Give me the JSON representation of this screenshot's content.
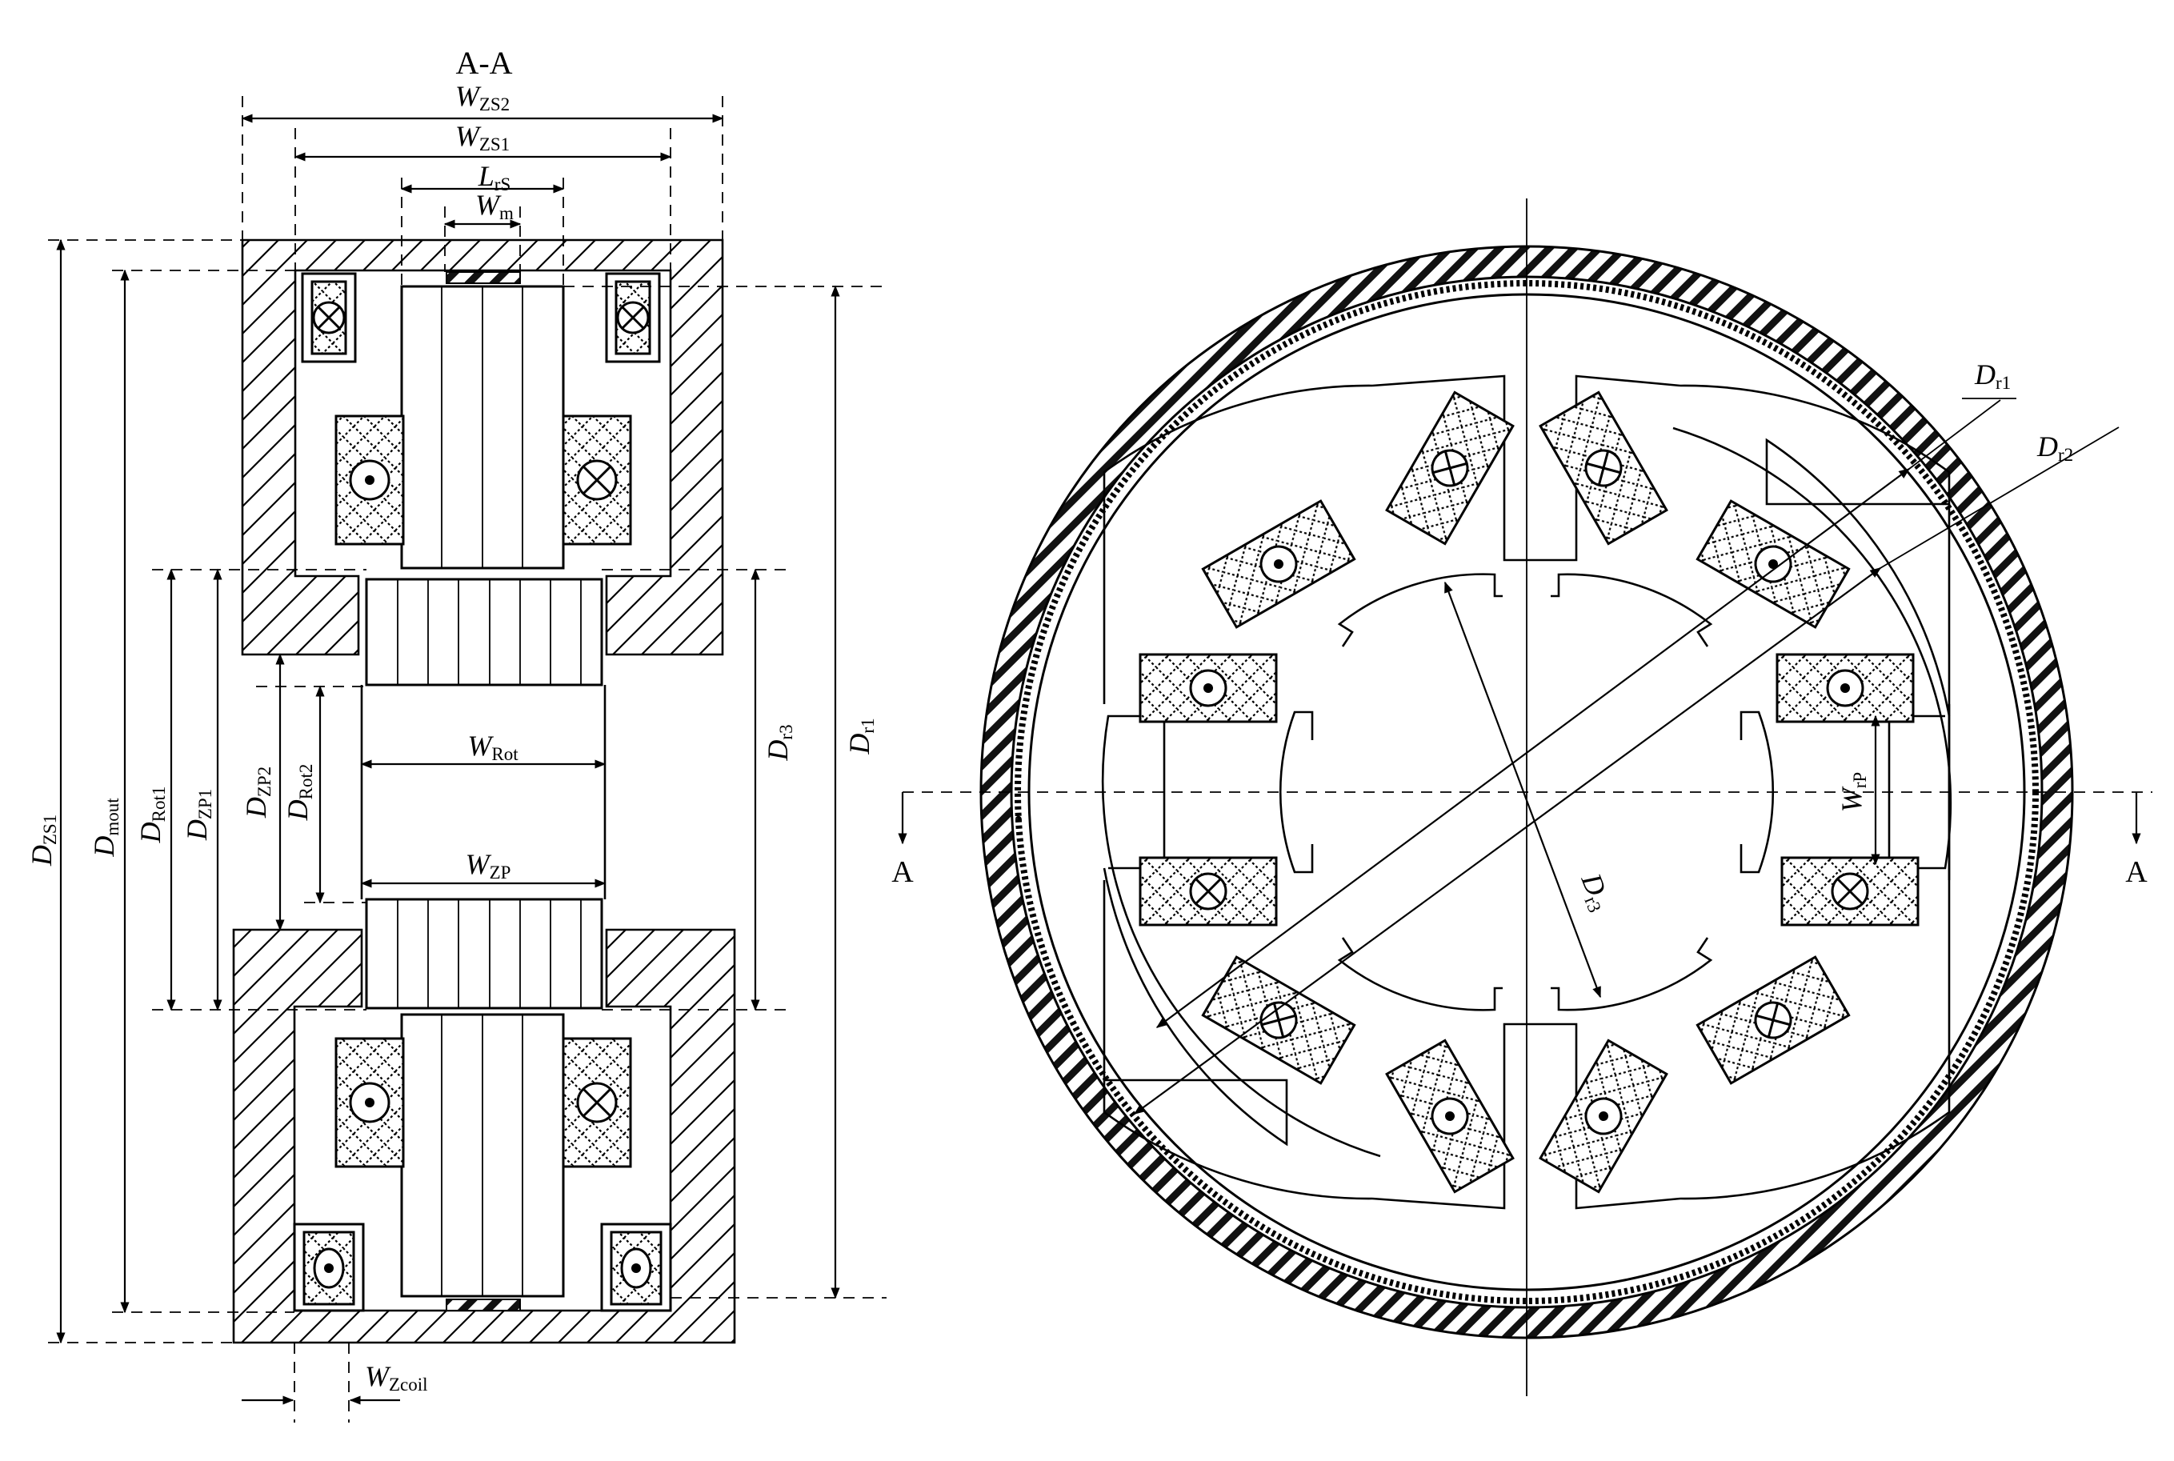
{
  "section_view": {
    "title": "A-A",
    "dimensions": {
      "wzs2": {
        "main": "W",
        "sub": "ZS2"
      },
      "wzs1": {
        "main": "W",
        "sub": "ZS1"
      },
      "lrs": {
        "main": "L",
        "sub": "rS"
      },
      "wm": {
        "main": "W",
        "sub": "m"
      },
      "wrot": {
        "main": "W",
        "sub": "Rot"
      },
      "wzp": {
        "main": "W",
        "sub": "ZP"
      },
      "wzcoil": {
        "main": "W",
        "sub": "Zcoil"
      },
      "dzs1": {
        "main": "D",
        "sub": "ZS1"
      },
      "dmout": {
        "main": "D",
        "sub": "mout"
      },
      "drot1": {
        "main": "D",
        "sub": "Rot1"
      },
      "dzp1": {
        "main": "D",
        "sub": "ZP1"
      },
      "dzp2": {
        "main": "D",
        "sub": "ZP2"
      },
      "drot2": {
        "main": "D",
        "sub": "Rot2"
      },
      "dr3": {
        "main": "D",
        "sub": "r3"
      },
      "dr1": {
        "main": "D",
        "sub": "r1"
      }
    }
  },
  "front_view": {
    "section_mark": "A",
    "dimensions": {
      "dr1": {
        "main": "D",
        "sub": "r1"
      },
      "dr2": {
        "main": "D",
        "sub": "r2"
      },
      "dr3": {
        "main": "D",
        "sub": "r3"
      },
      "wrp": {
        "main": "W",
        "sub": "rP"
      }
    }
  },
  "colors": {
    "line": "#000000",
    "background": "#ffffff"
  }
}
